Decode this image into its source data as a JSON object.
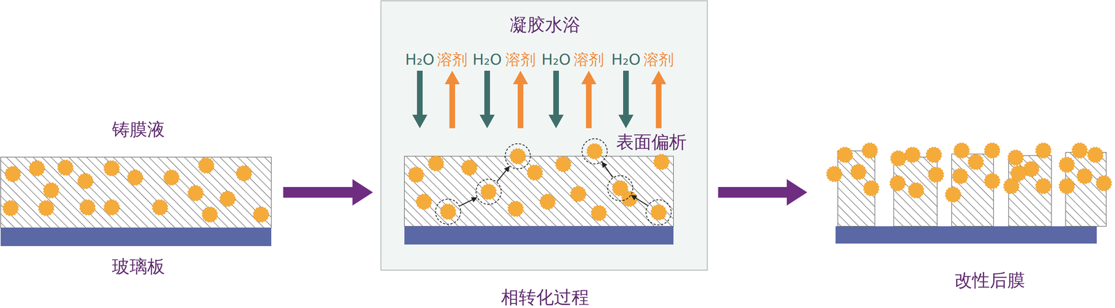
{
  "diagram": {
    "nodes": [
      {
        "text": [
          "凝胶水浴",
          "相转化过程"
        ]
      }
    ],
    "labels": [
      "铸膜液",
      "玻璃板",
      "H₂O",
      "溶剂",
      "H₂O",
      "溶剂",
      "H₂O",
      "溶剂",
      "H₂O",
      "溶剂",
      "表面偏析",
      "改性后膜"
    ]
  }
}
